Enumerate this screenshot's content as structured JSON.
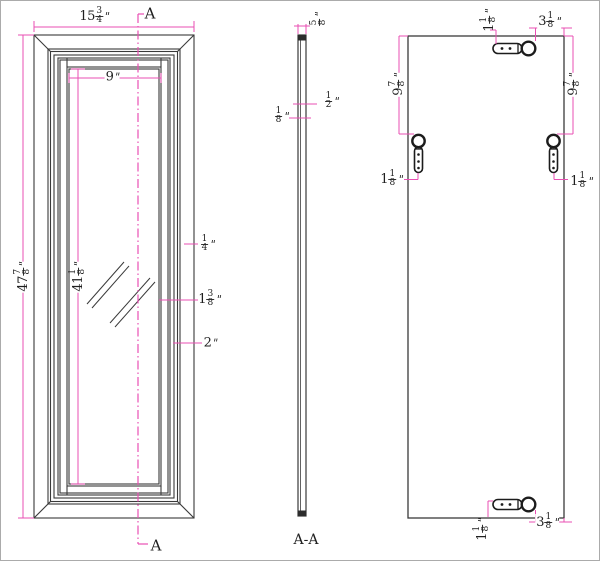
{
  "drawing": {
    "background": "#ffffff",
    "line_color": "#3a3a3a",
    "dim_color": "#e94fb3",
    "text_color": "#1f1f1f"
  },
  "section_marks": {
    "top": "A",
    "bottom": "A",
    "view_label": "A-A"
  },
  "front_view": {
    "width": {
      "whole": "15",
      "num": "3",
      "den": "4",
      "unit": "''"
    },
    "opening_width": {
      "whole": "9",
      "unit": "''"
    },
    "height": {
      "whole": "47",
      "num": "7",
      "den": "8",
      "unit": "''"
    },
    "opening_height": {
      "whole": "41",
      "num": "1",
      "den": "8",
      "unit": "''"
    },
    "edge_lip": {
      "num": "1",
      "den": "4",
      "unit": "''"
    },
    "frame_face": {
      "whole": "1",
      "num": "3",
      "den": "8",
      "unit": "''"
    },
    "frame_side": {
      "whole": "2",
      "unit": "''"
    }
  },
  "section_view": {
    "top_thickness": {
      "num": "5",
      "den": "8",
      "unit": "''"
    },
    "glass_thickness": {
      "num": "1",
      "den": "2",
      "unit": "''"
    },
    "back_thickness": {
      "num": "1",
      "den": "8",
      "unit": "''"
    }
  },
  "back_view": {
    "top_keyhole_offset": {
      "whole": "1",
      "num": "1",
      "den": "8",
      "unit": "''"
    },
    "top_edge_distance": {
      "whole": "3",
      "num": "1",
      "den": "8",
      "unit": "''"
    },
    "left_keyhole_drop": {
      "whole": "9",
      "num": "7",
      "den": "8",
      "unit": "''"
    },
    "right_keyhole_drop": {
      "whole": "9",
      "num": "7",
      "den": "8",
      "unit": "''"
    },
    "left_keyhole_inset": {
      "whole": "1",
      "num": "1",
      "den": "8",
      "unit": "''"
    },
    "right_keyhole_inset": {
      "whole": "1",
      "num": "1",
      "den": "8",
      "unit": "''"
    },
    "bottom_keyhole_offset": {
      "whole": "1",
      "num": "1",
      "den": "8",
      "unit": "''"
    },
    "bottom_edge_distance": {
      "whole": "3",
      "num": "1",
      "den": "8",
      "unit": "''"
    }
  }
}
